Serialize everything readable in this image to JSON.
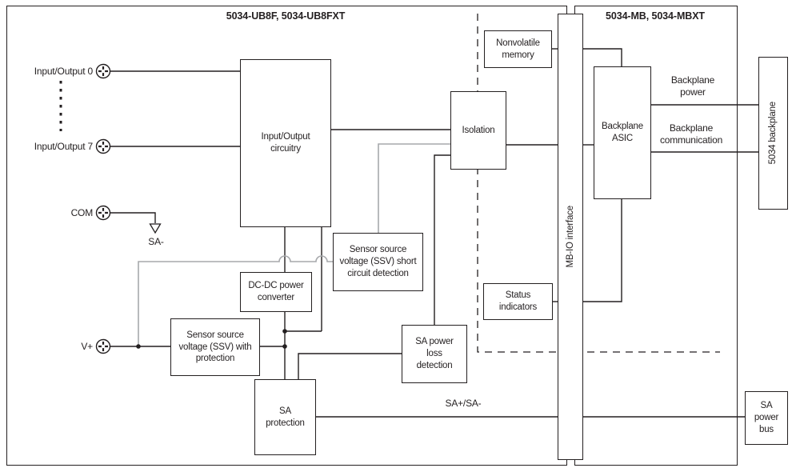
{
  "colors": {
    "line": "#231f20",
    "gray": "#a7a9ac",
    "background": "#ffffff"
  },
  "sections": {
    "left_title": "5034-UB8F, 5034-UB8FXT",
    "right_title": "5034-MB, 5034-MBXT"
  },
  "terminals": {
    "io0": "Input/Output 0",
    "io7": "Input/Output 7",
    "com": "COM",
    "v_plus": "V+",
    "sa_minus": "SA-"
  },
  "blocks": {
    "io_circuitry": "Input/Output\ncircuitry",
    "dc_dc": "DC-DC power\nconverter",
    "ssv_short": "Sensor source\nvoltage (SSV) short\ncircuit detection",
    "ssv_protection": "Sensor source\nvoltage (SSV) with\nprotection",
    "sa_protection": "SA\nprotection",
    "sa_power_loss": "SA power\nloss\ndetection",
    "isolation": "Isolation",
    "nonvolatile": "Nonvolatile\nmemory",
    "status": "Status\nindicators",
    "asic": "Backplane\nASIC",
    "mb_io": "MB-IO interface",
    "backplane": "5034 backplane",
    "sa_power_bus": "SA\npower\nbus"
  },
  "wire_labels": {
    "backplane_power": "Backplane\npower",
    "backplane_comm": "Backplane\ncommunication",
    "sa_bus": "SA+/SA-"
  }
}
